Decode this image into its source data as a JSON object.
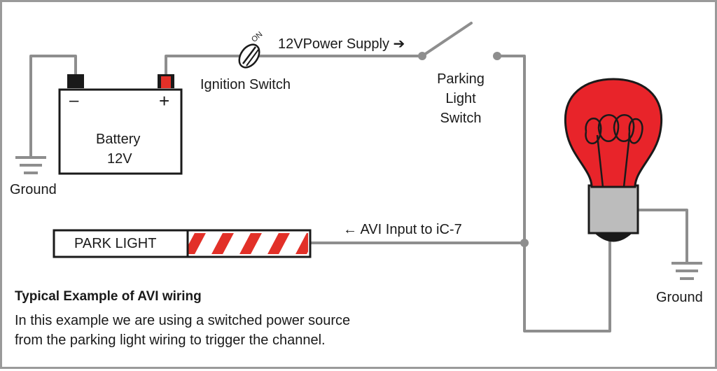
{
  "diagram": {
    "battery": {
      "label": "Battery",
      "voltage": "12V",
      "neg_symbol": "–",
      "pos_symbol": "+"
    },
    "ignition_switch": {
      "label": "Ignition Switch",
      "on_text": "ON"
    },
    "power_supply": {
      "label": "12VPower Supply ➔"
    },
    "parking_switch": {
      "line1": "Parking",
      "line2": "Light",
      "line3": "Switch"
    },
    "ground_left": "Ground",
    "ground_right": "Ground",
    "park_light_wire": {
      "label": "PARK LIGHT"
    },
    "avi_input": {
      "label": "← AVI Input to iC-7"
    },
    "note": {
      "title": "Typical Example of AVI wiring",
      "line1": "In this example we are using a switched power source",
      "line2": "from the parking light wiring to trigger the channel."
    },
    "colors": {
      "wire": "#8e8e8e",
      "bulb": "#e8242a",
      "stripe": "#e23028",
      "positive_terminal": "#e23028",
      "frame": "#9a9a9a"
    },
    "icons": [
      "battery-icon",
      "ignition-switch-icon",
      "switch-icon",
      "bulb-icon",
      "ground-icon"
    ]
  }
}
